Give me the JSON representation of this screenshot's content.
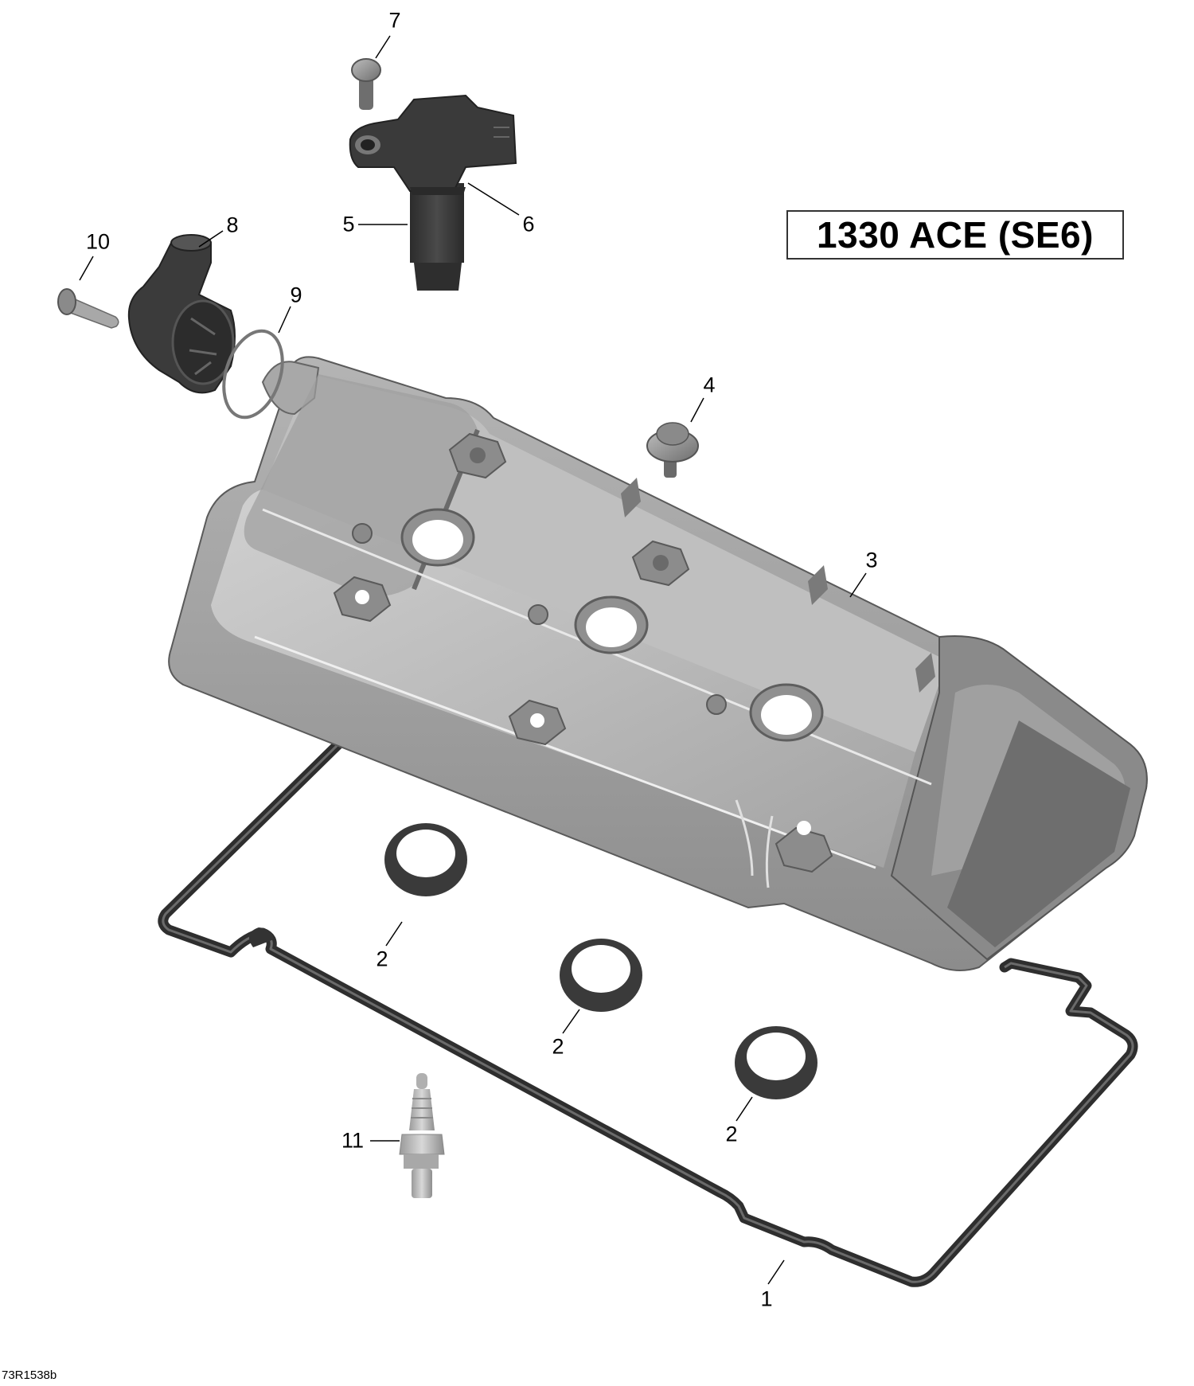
{
  "diagram": {
    "title": "1330 ACE (SE6)",
    "drawing_id": "73R1538b",
    "type": "exploded parts diagram",
    "subject": "valve cover assembly",
    "colors": {
      "background": "#ffffff",
      "cover_light": "#c8c8c8",
      "cover_mid": "#a8a8a8",
      "cover_dark": "#7a7a7a",
      "rubber": "#3a3a3a",
      "rubber_dark": "#262626",
      "text": "#000000"
    }
  },
  "callouts": [
    {
      "id": "c1",
      "number": "1",
      "part": "valve-cover-gasket"
    },
    {
      "id": "c2a",
      "number": "2",
      "part": "spark-plug-tube-seal"
    },
    {
      "id": "c2b",
      "number": "2",
      "part": "spark-plug-tube-seal"
    },
    {
      "id": "c2c",
      "number": "2",
      "part": "spark-plug-tube-seal"
    },
    {
      "id": "c3",
      "number": "3",
      "part": "valve-cover"
    },
    {
      "id": "c4",
      "number": "4",
      "part": "valve-cover-bolt"
    },
    {
      "id": "c5",
      "number": "5",
      "part": "ignition-coil"
    },
    {
      "id": "c6",
      "number": "6",
      "part": "ignition-coil-seal"
    },
    {
      "id": "c7",
      "number": "7",
      "part": "ignition-coil-screw"
    },
    {
      "id": "c8",
      "number": "8",
      "part": "thermostat-housing"
    },
    {
      "id": "c9",
      "number": "9",
      "part": "o-ring"
    },
    {
      "id": "c10",
      "number": "10",
      "part": "housing-screw"
    },
    {
      "id": "c11",
      "number": "11",
      "part": "spark-plug"
    }
  ]
}
